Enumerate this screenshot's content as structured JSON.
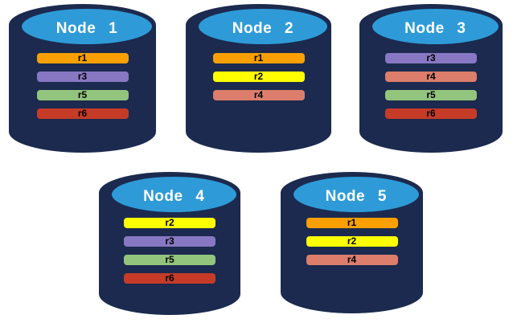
{
  "diagram": {
    "description": "Five database node cylinders showing replica placement",
    "palette": {
      "cylinder_body": "#1B2A4E",
      "cylinder_top": "#2E9BD8",
      "title_text": "#FFFFFF",
      "bar_text": "#000000",
      "replica_colors": {
        "r1": "#F9A000",
        "r2": "#FFFF00",
        "r3": "#8878C3",
        "r4": "#DC7E6B",
        "r5": "#93C47D",
        "r6": "#C63B27"
      }
    },
    "nodes": [
      {
        "title": "Node 1",
        "replicas": [
          {
            "id": "r1"
          },
          {
            "id": "r3"
          },
          {
            "id": "r5"
          },
          {
            "id": "r6"
          }
        ]
      },
      {
        "title": "Node 2",
        "replicas": [
          {
            "id": "r1"
          },
          {
            "id": "r2"
          },
          {
            "id": "r4"
          }
        ]
      },
      {
        "title": "Node 3",
        "replicas": [
          {
            "id": "r3"
          },
          {
            "id": "r4"
          },
          {
            "id": "r5"
          },
          {
            "id": "r6"
          }
        ]
      },
      {
        "title": "Node 4",
        "replicas": [
          {
            "id": "r2"
          },
          {
            "id": "r3"
          },
          {
            "id": "r5"
          },
          {
            "id": "r6"
          }
        ]
      },
      {
        "title": "Node 5",
        "replicas": [
          {
            "id": "r1"
          },
          {
            "id": "r2"
          },
          {
            "id": "r4"
          }
        ]
      }
    ]
  }
}
